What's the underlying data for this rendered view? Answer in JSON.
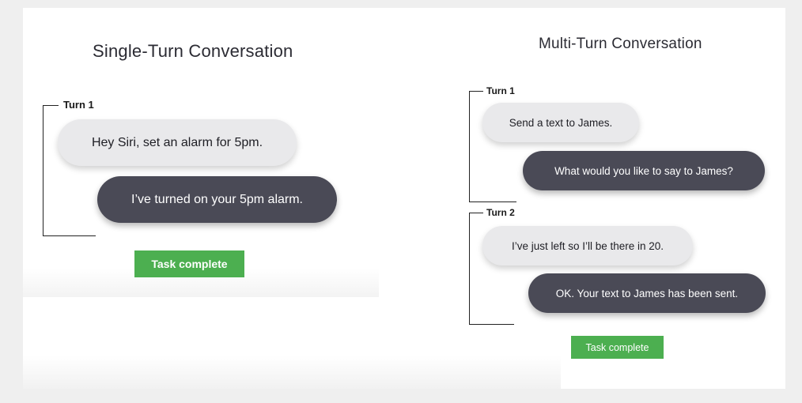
{
  "single": {
    "title": "Single-Turn Conversation",
    "turn1_label": "Turn 1",
    "user_message": "Hey Siri, set an alarm for 5pm.",
    "assistant_message": "I’ve turned on your 5pm alarm.",
    "task_label": "Task complete"
  },
  "multi": {
    "title": "Multi-Turn Conversation",
    "turn1_label": "Turn 1",
    "turn1_user": "Send a text to James.",
    "turn1_assistant": "What would you like to say to James?",
    "turn2_label": "Turn 2",
    "turn2_user": "I’ve just left so I’ll be there in 20.",
    "turn2_assistant": "OK. Your text to James has been sent.",
    "task_label": "Task complete"
  },
  "colors": {
    "user_bubble": "#e9e9eb",
    "assistant_bubble": "#4a4a56",
    "task_button": "#4caf50"
  }
}
